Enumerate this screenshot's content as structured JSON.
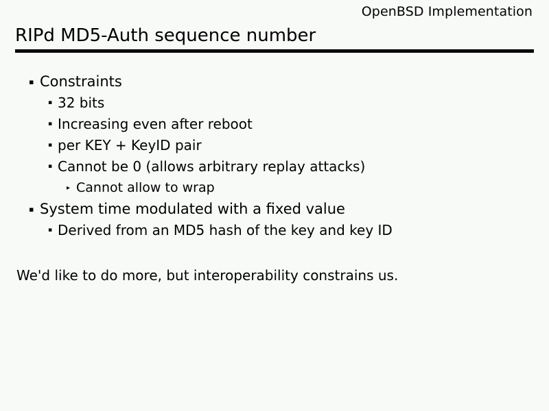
{
  "slide": {
    "header_label": "OpenBSD Implementation",
    "title": "RIPd MD5-Auth sequence number",
    "closing_note": "We'd like to do more, but interoperability constrains us.",
    "colors": {
      "background": "#f7faf7",
      "text": "#000000",
      "rule": "#000000"
    },
    "markers": {
      "level1": "▪",
      "level2": "▪",
      "level3": "▸"
    },
    "bullets": [
      {
        "level": 1,
        "text": "Constraints"
      },
      {
        "level": 2,
        "text": "32 bits"
      },
      {
        "level": 2,
        "text": "Increasing even after reboot"
      },
      {
        "level": 2,
        "text": "per KEY + KeyID pair"
      },
      {
        "level": 2,
        "text": "Cannot be 0 (allows arbitrary replay attacks)"
      },
      {
        "level": 3,
        "text": "Cannot allow to wrap"
      },
      {
        "level": 1,
        "text": "System time modulated with a fixed value"
      },
      {
        "level": 2,
        "text": "Derived from an MD5 hash of the key and key ID"
      }
    ]
  }
}
